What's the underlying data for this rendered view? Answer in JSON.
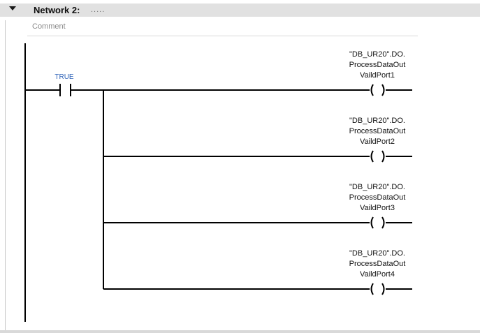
{
  "network": {
    "title": "Network 2:",
    "title_dots": ".....",
    "comment": "Comment"
  },
  "contact": {
    "operand": "TRUE",
    "color": "#2f63b8"
  },
  "coils": [
    {
      "line1": "\"DB_UR20\".DO.",
      "line2": "ProcessDataOut",
      "line3": "VaildPort1"
    },
    {
      "line1": "\"DB_UR20\".DO.",
      "line2": "ProcessDataOut",
      "line3": "VaildPort2"
    },
    {
      "line1": "\"DB_UR20\".DO.",
      "line2": "ProcessDataOut",
      "line3": "VaildPort3"
    },
    {
      "line1": "\"DB_UR20\".DO.",
      "line2": "ProcessDataOut",
      "line3": "VaildPort4"
    }
  ],
  "colors": {
    "header_band": "#e1e1e1",
    "wire": "#000000"
  }
}
